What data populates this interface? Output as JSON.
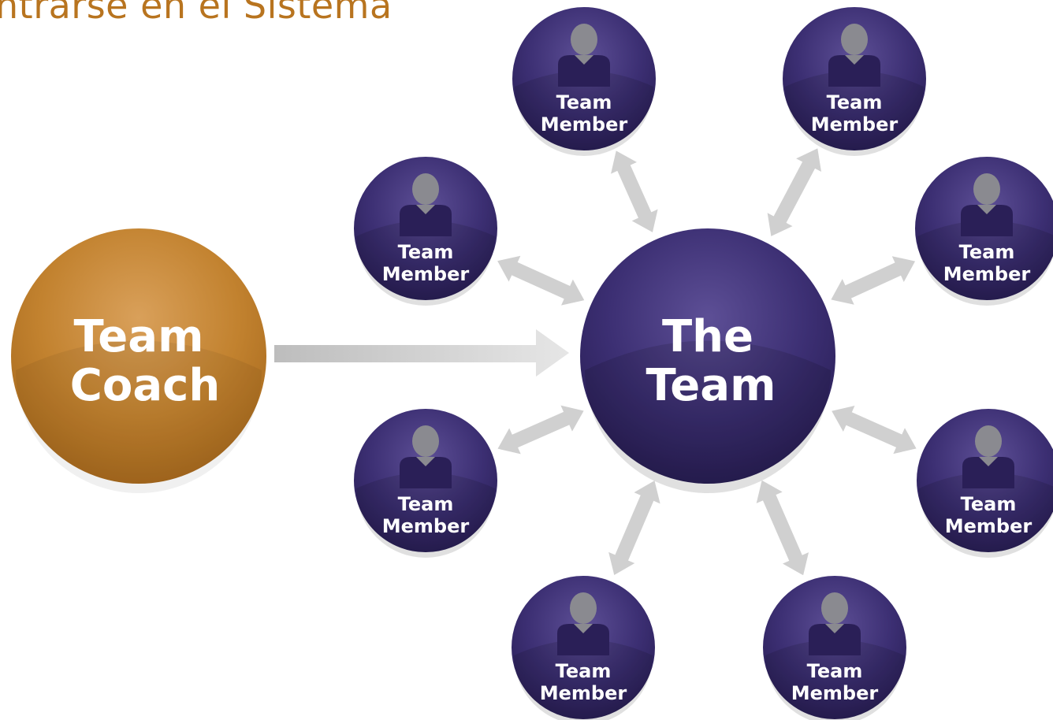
{
  "page": {
    "title": "ntrarse en el Sistema"
  },
  "coach": {
    "line1": "Team",
    "line2": "Coach"
  },
  "center": {
    "line1": "The",
    "line2": "Team"
  },
  "members": [
    {
      "line1": "Team",
      "line2": "Member"
    },
    {
      "line1": "Team",
      "line2": "Member"
    },
    {
      "line1": "Team",
      "line2": "Member"
    },
    {
      "line1": "Team",
      "line2": "Member"
    },
    {
      "line1": "Team",
      "line2": "Member"
    },
    {
      "line1": "Team",
      "line2": "Member"
    },
    {
      "line1": "Team",
      "line2": "Member"
    },
    {
      "line1": "Team",
      "line2": "Member"
    }
  ],
  "colors": {
    "title": "#b8741f",
    "coach": "#c48633",
    "team": "#3b2d72",
    "arrow": "#d2d2d2",
    "avatar": "#8a8a90"
  }
}
